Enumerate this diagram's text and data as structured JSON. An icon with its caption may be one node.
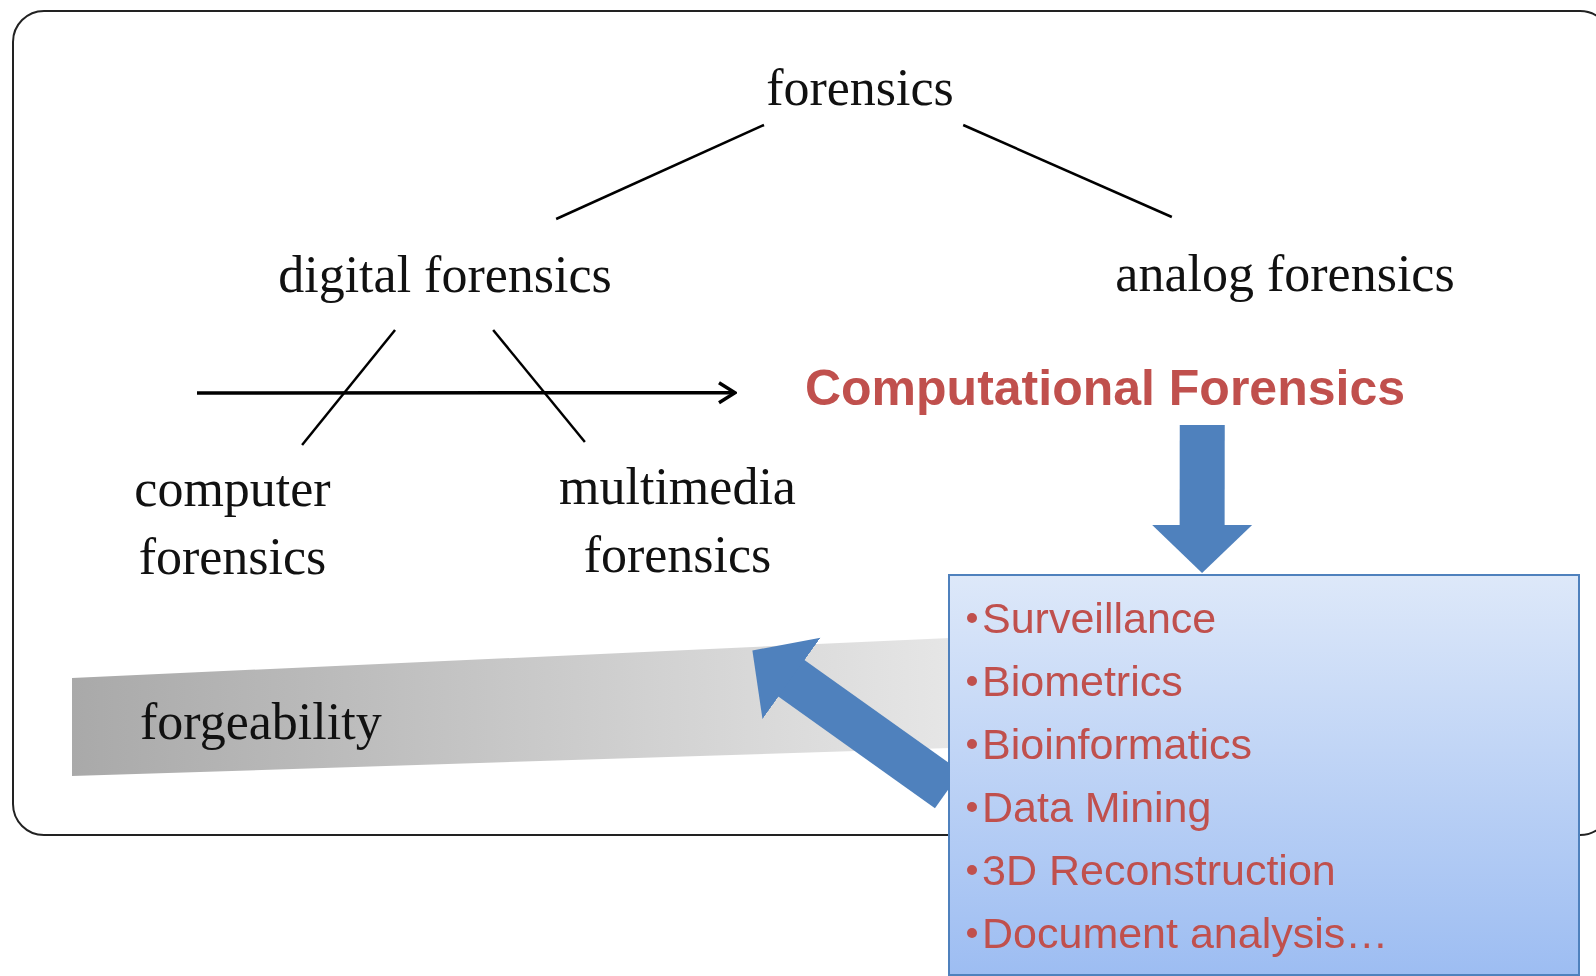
{
  "diagram": {
    "nodes": [
      {
        "text": [
          "forensics"
        ]
      },
      {
        "text": [
          "digital forensics"
        ]
      },
      {
        "text": [
          "analog forensics"
        ]
      },
      {
        "text": [
          "computer forensics"
        ]
      },
      {
        "text": [
          "multimedia forensics"
        ]
      },
      {
        "text": [
          "Computational Forensics"
        ]
      },
      {
        "text": [
          "Surveillance",
          "Biometrics",
          "Bioinformatics",
          "Data Mining",
          "3D Reconstruction",
          "Document analysis…"
        ]
      },
      {
        "text": [
          "forgeability"
        ]
      }
    ],
    "edges": [
      {
        "from": 0,
        "to": 1,
        "arrow": "none"
      },
      {
        "from": 0,
        "to": 2,
        "arrow": "none"
      },
      {
        "from": 1,
        "to": 3,
        "arrow": "none"
      },
      {
        "from": 1,
        "to": 4,
        "arrow": "none"
      },
      {
        "from": null,
        "to": 5,
        "arrow": "to"
      },
      {
        "from": 5,
        "to": 6,
        "arrow": "to",
        "style": "thick",
        "color": "#4f81bd"
      },
      {
        "from": 6,
        "to": 7,
        "arrow": "to",
        "style": "thick",
        "color": "#4f81bd"
      }
    ]
  }
}
